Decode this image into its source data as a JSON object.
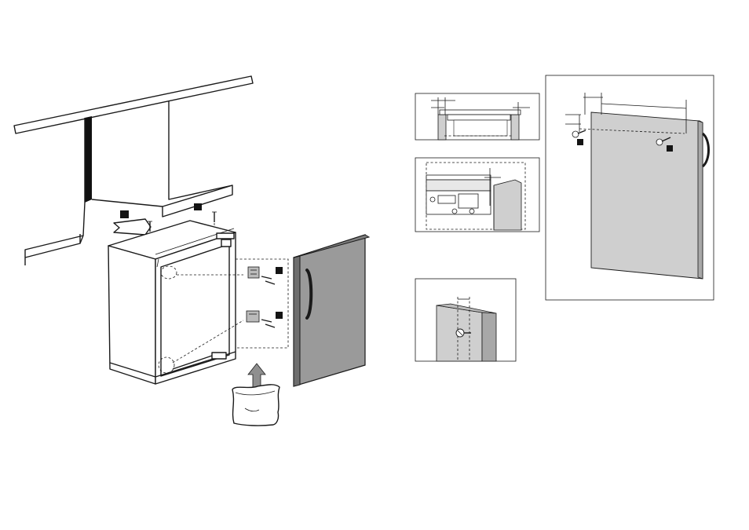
{
  "page": {
    "title": "",
    "background": "#ffffff"
  },
  "colors": {
    "line": "#1a1a1a",
    "door_front": "#9a9a9a",
    "door_edge": "#6e6e6e",
    "panel_fill": "#cfcfcf",
    "panel_edge": "#a8a8a8",
    "dark_strip": "#111111",
    "accent_black": "#141414"
  },
  "figures": {
    "main_assembly": {
      "name": "appliance-installation-overview",
      "callouts": 4
    },
    "detail_top_gap": {
      "name": "door-gap-detail"
    },
    "detail_hinge": {
      "name": "hinge-mount-detail"
    },
    "detail_screw": {
      "name": "screw-position-detail"
    },
    "detail_door_fixing": {
      "name": "door-fixing-detail",
      "callouts": 2
    }
  },
  "icons": [
    "screw-icon",
    "arrow-up-icon",
    "bag-icon",
    "handle-icon",
    "hinge-bracket-icon"
  ]
}
